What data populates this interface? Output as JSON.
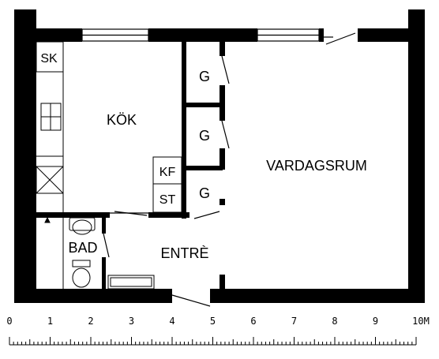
{
  "rooms": {
    "kitchen": "KÖK",
    "living": "VARDAGSRUM",
    "bath": "BAD",
    "entry": "ENTRÈ",
    "closet_1": "G",
    "closet_2": "G",
    "closet_3": "G",
    "sink": "SK",
    "fridge": "KF",
    "stove": "ST"
  },
  "scale": {
    "ticks": [
      "0",
      "1",
      "2",
      "3",
      "4",
      "5",
      "6",
      "7",
      "8",
      "9",
      "10M"
    ]
  }
}
